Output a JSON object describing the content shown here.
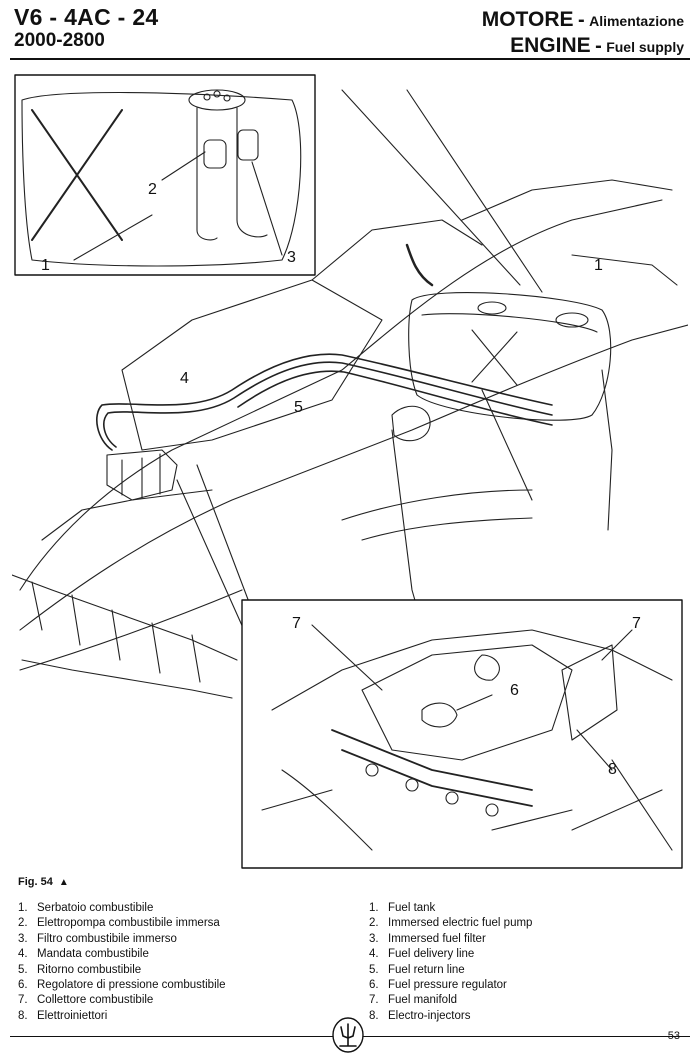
{
  "header": {
    "model": "V6 - 4AC - 24",
    "years": "2000-2800",
    "title_it_main": "MOTORE",
    "title_it_sub": "Alimentazione",
    "title_en_main": "ENGINE",
    "title_en_sub": "Fuel supply",
    "separator": "-"
  },
  "figure": {
    "label": "Fig. 54",
    "arrow": "▲",
    "callouts": [
      "1",
      "2",
      "3",
      "1",
      "4",
      "5",
      "7",
      "6",
      "7",
      "8"
    ]
  },
  "legend_it": [
    {
      "num": "1.",
      "text": "Serbatoio combustibile"
    },
    {
      "num": "2.",
      "text": "Elettropompa combustibile immersa"
    },
    {
      "num": "3.",
      "text": "Filtro combustibile immerso"
    },
    {
      "num": "4.",
      "text": "Mandata combustibile"
    },
    {
      "num": "5.",
      "text": "Ritorno combustibile"
    },
    {
      "num": "6.",
      "text": "Regolatore di pressione combustibile"
    },
    {
      "num": "7.",
      "text": "Collettore combustibile"
    },
    {
      "num": "8.",
      "text": "Elettroiniettori"
    }
  ],
  "legend_en": [
    {
      "num": "1.",
      "text": "Fuel tank"
    },
    {
      "num": "2.",
      "text": "Immersed electric fuel pump"
    },
    {
      "num": "3.",
      "text": "Immersed fuel filter"
    },
    {
      "num": "4.",
      "text": "Fuel delivery line"
    },
    {
      "num": "5.",
      "text": "Fuel return line"
    },
    {
      "num": "6.",
      "text": "Fuel pressure regulator"
    },
    {
      "num": "7.",
      "text": "Fuel manifold"
    },
    {
      "num": "8.",
      "text": "Electro-injectors"
    }
  ],
  "page_number": "53"
}
